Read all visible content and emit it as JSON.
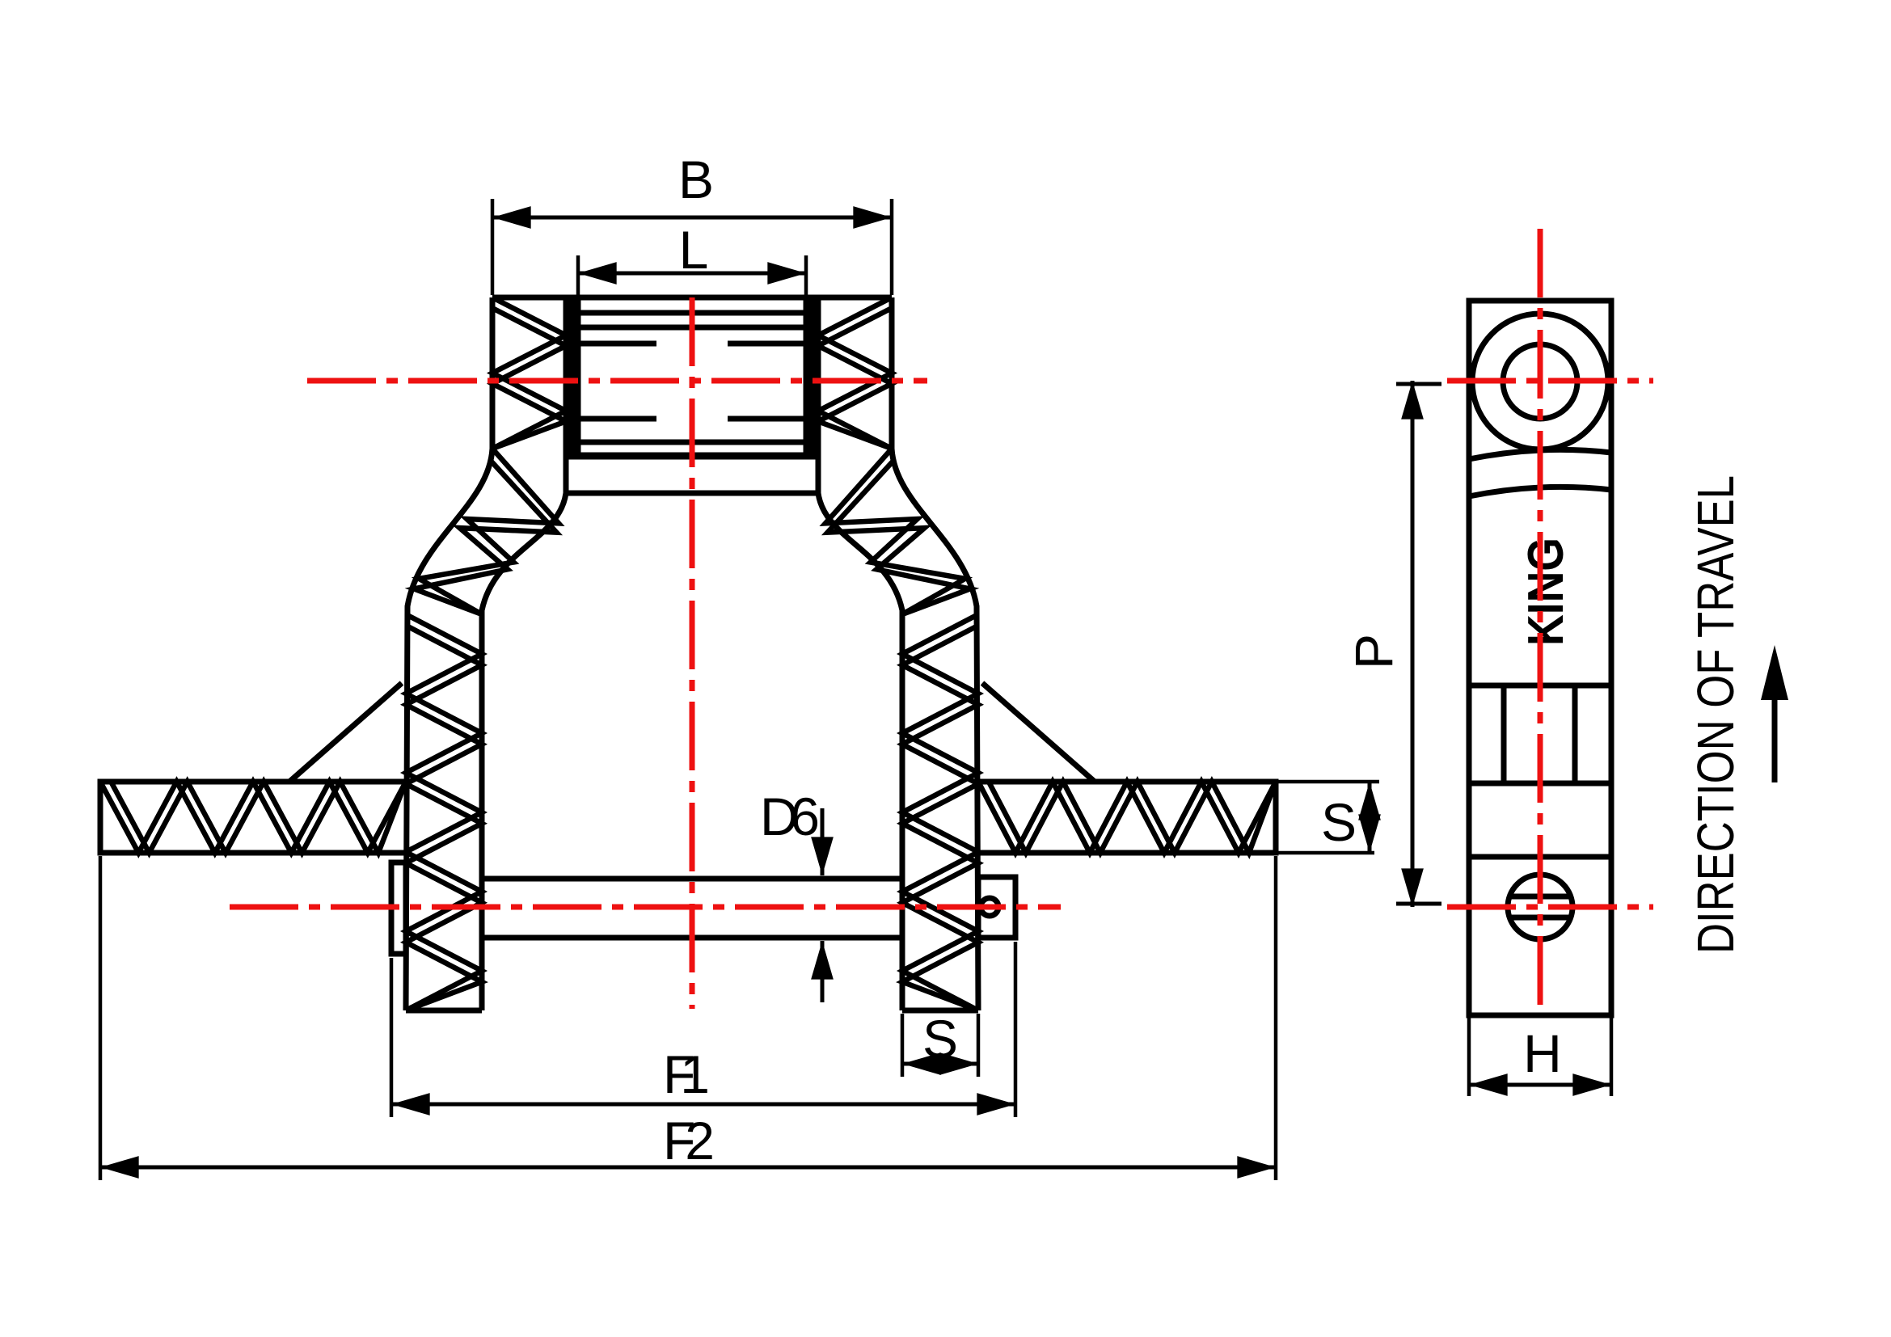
{
  "labels": {
    "b": "B",
    "l": "L",
    "d6": "D6",
    "s": "S",
    "f1": "F1",
    "f2": "F2",
    "p": "P",
    "h": "H"
  },
  "branding": {
    "king": "KING"
  },
  "annotations": {
    "direction_of_travel": "DIRECTION OF TRAVEL"
  },
  "colors": {
    "centerline": "#EE1111",
    "line": "#000000",
    "background": "#FFFFFF"
  }
}
